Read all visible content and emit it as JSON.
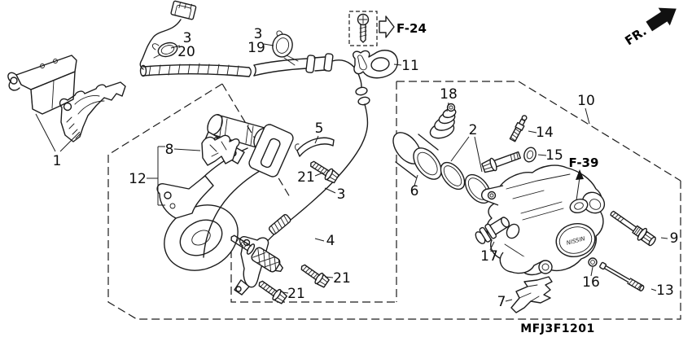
{
  "diagram": {
    "code": "MFJ3F1201",
    "direction_label": "FR.",
    "references": {
      "front_cover": "F-24",
      "brake_hose": "F-39"
    },
    "brand_mark": "NISSIN",
    "callouts": [
      {
        "n": "1"
      },
      {
        "n": "3"
      },
      {
        "n": "20"
      },
      {
        "n": "3"
      },
      {
        "n": "19"
      },
      {
        "n": "11"
      },
      {
        "n": "18"
      },
      {
        "n": "8"
      },
      {
        "n": "12"
      },
      {
        "n": "5"
      },
      {
        "n": "21"
      },
      {
        "n": "3"
      },
      {
        "n": "4"
      },
      {
        "n": "21"
      },
      {
        "n": "21"
      },
      {
        "n": "2"
      },
      {
        "n": "6"
      },
      {
        "n": "14"
      },
      {
        "n": "15"
      },
      {
        "n": "10"
      },
      {
        "n": "9"
      },
      {
        "n": "17"
      },
      {
        "n": "16"
      },
      {
        "n": "13"
      },
      {
        "n": "7"
      }
    ]
  }
}
